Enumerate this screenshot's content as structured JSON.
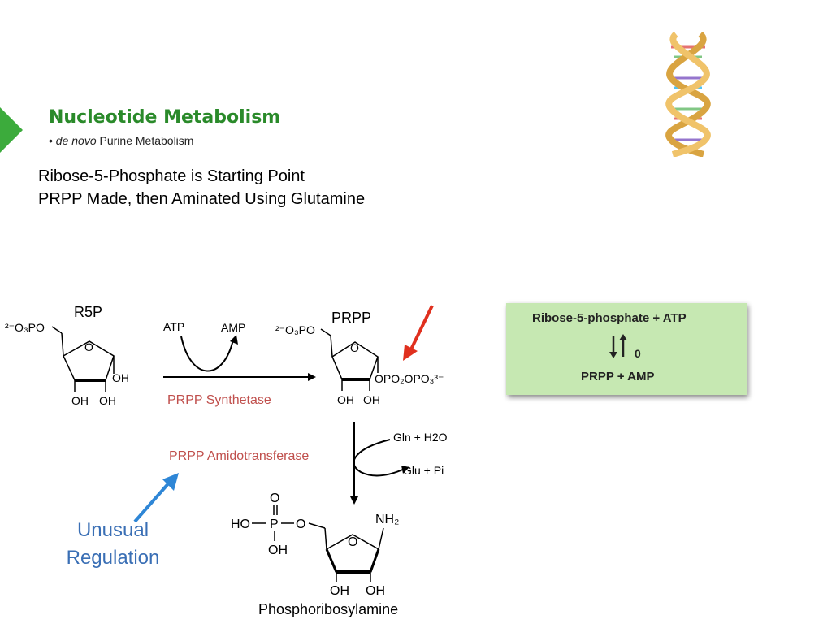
{
  "slide": {
    "title": "Nucleotide Metabolism",
    "subtitle_bullet": "•",
    "subtitle_italic": "de novo",
    "subtitle_rest": "Purine Metabolism",
    "headline_1": "Ribose-5-Phosphate is Starting Point",
    "headline_2": "PRPP Made, then Aminated Using Glutamine"
  },
  "diagram": {
    "r5p_label": "R5P",
    "atp_label": "ATP",
    "amp_label": "AMP",
    "prpp_label": "PRPP",
    "synthetase_label": "PRPP Synthetase",
    "amidotransferase_label": "PRPP Amidotransferase",
    "gln_label": "Gln + H2O",
    "glu_label": "Glu + Pi",
    "product_label": "Phosphoribosylamine",
    "regulation_line1": "Unusual",
    "regulation_line2": "Regulation",
    "r5p_phosphate": "²⁻O₃PO",
    "prpp_phosphate": "²⁻O₃PO",
    "prpp_pyrophosphate": "OPO₂OPO₃³⁻",
    "oh": "OH",
    "ring_o": "O",
    "nh2": "NH₂",
    "phosphate_ho": "HO",
    "phosphate_p": "P",
    "phosphate_o": "O"
  },
  "equation_box": {
    "reactants": "Ribose-5-phosphate + ATP",
    "delta": "0",
    "products": "PRPP + AMP"
  },
  "colors": {
    "title_green": "#2a8a2a",
    "enzyme_red": "#c0504d",
    "regulation_blue": "#3a6fb5",
    "box_green": "#c6e8b2",
    "arrow_red": "#e0301e",
    "arrow_blue": "#2e86d6",
    "nav_green": "#3cab3c"
  }
}
